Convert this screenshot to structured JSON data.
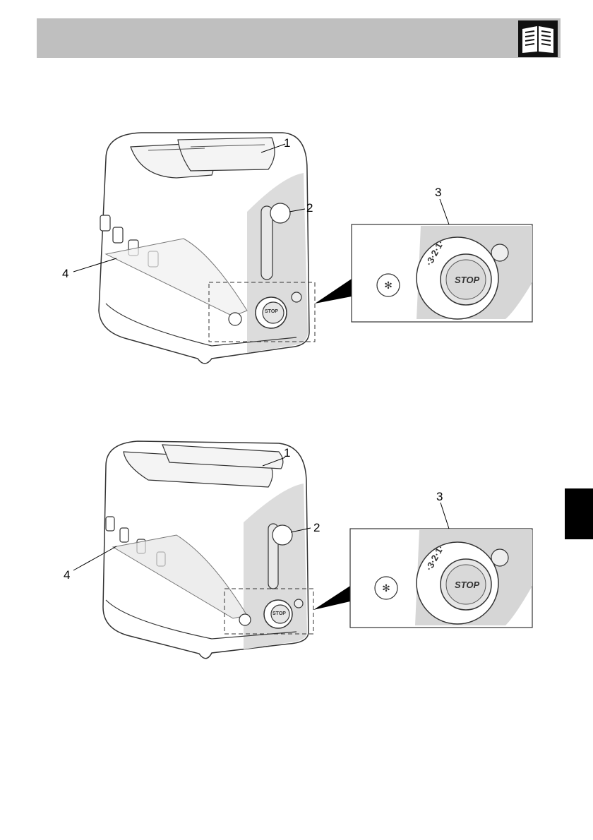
{
  "header": {
    "icon": "open-book-icon",
    "colors": {
      "bar": "#bfbfbf",
      "icon_bg": "#111111"
    }
  },
  "side_tab": {
    "color": "#000000"
  },
  "figures": [
    {
      "dial_stop_label": "STOP",
      "zoom_dial_numbers": "·3·2·1·",
      "zoom_stop_label": "STOP",
      "callouts": [
        "1",
        "2",
        "3",
        "4"
      ]
    },
    {
      "dial_stop_label": "STOP",
      "zoom_dial_numbers": "·3·2·1·",
      "zoom_stop_label": "STOP",
      "callouts": [
        "1",
        "2",
        "3",
        "4"
      ]
    }
  ]
}
